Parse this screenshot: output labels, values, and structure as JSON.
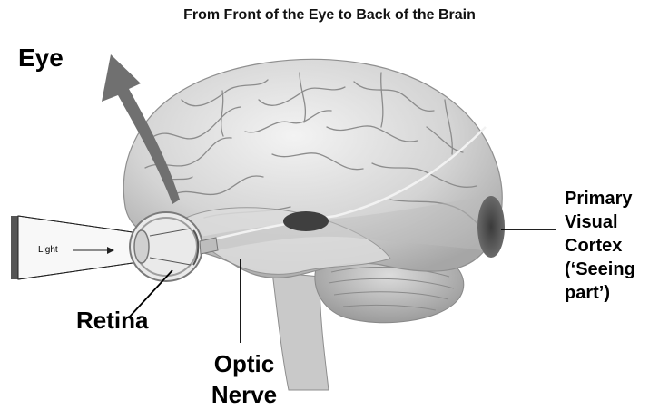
{
  "title": "From Front of the Eye to Back of the Brain",
  "labels": {
    "eye": "Eye",
    "retina": "Retina",
    "optic_nerve": "Optic Nerve",
    "primary_visual_cortex": "Primary\nVisual\nCortex\n(‘Seeing\npart’)",
    "light": "Light"
  },
  "colors": {
    "brain_light": "#e8e8e8",
    "brain_shade": "#9a9a9a",
    "arrow": "#6e6e6e",
    "cortex_spot": "#4a4a4a",
    "label": "#000000"
  },
  "icons": {
    "eye_arrow": "curved-arrow-icon",
    "light_arrow": "arrow-right-icon"
  }
}
